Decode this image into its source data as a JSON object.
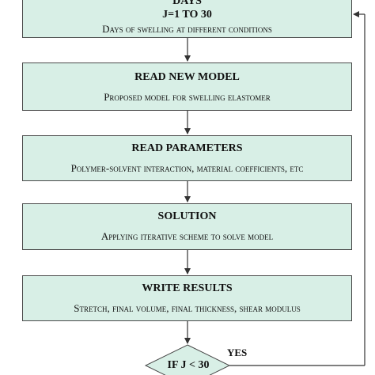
{
  "steps": [
    {
      "title": "DAYS",
      "title2": "J=1 TO 30",
      "desc": "Days of swelling at different conditions"
    },
    {
      "title": "READ NEW MODEL",
      "desc": "Proposed model for swelling elastomer"
    },
    {
      "title": "READ PARAMETERS",
      "desc": "Polymer-solvent interaction, material coefficients, etc"
    },
    {
      "title": "SOLUTION",
      "desc": "Applying iterative scheme to solve model"
    },
    {
      "title": "WRITE RESULTS",
      "desc": "Stretch, final volume, final thickness, shear modulus"
    }
  ],
  "decision": {
    "label": "IF J < 30",
    "yes_label": "YES"
  },
  "colors": {
    "box_fill": "#d8efe6",
    "border": "#4a4a4a",
    "line": "#333333"
  }
}
